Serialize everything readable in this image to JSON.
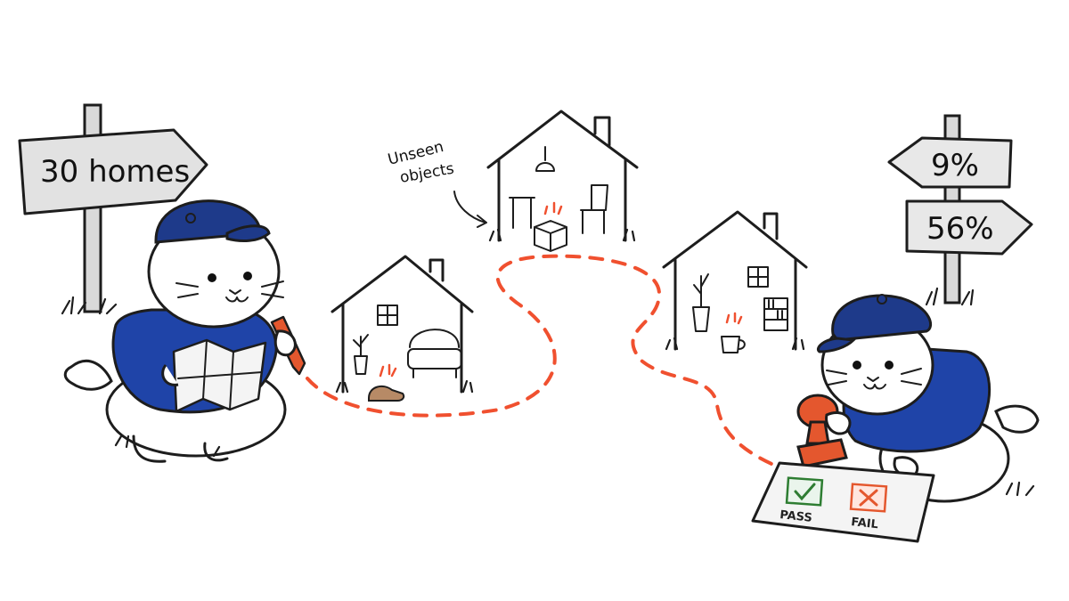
{
  "signs": {
    "left": "30 homes",
    "right_top": "9%",
    "right_bottom": "56%"
  },
  "annotation": {
    "line1": "Unseen",
    "line2": "objects"
  },
  "card": {
    "pass": "PASS",
    "fail": "FAIL"
  },
  "colors": {
    "ink": "#1d1d1d",
    "hoodie": "#1f44a8",
    "cap": "#1e3a8a",
    "path": "#f0502f",
    "stamp": "#e4572e"
  }
}
